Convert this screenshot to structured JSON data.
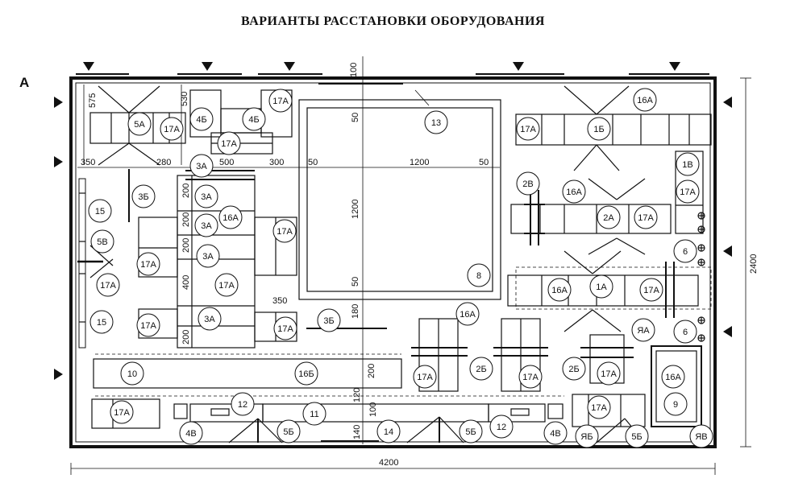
{
  "title": "ВАРИАНТЫ РАССТАНОВКИ ОБОРУДОВАНИЯ",
  "plan_letter": "А",
  "dimensions": {
    "top_100": "100",
    "left_575": "575",
    "left_530": "530",
    "row_350": "350",
    "row_280": "280",
    "row_3A": "3А",
    "row_500": "500",
    "row_300": "300",
    "row_50a": "50",
    "row_1200": "1200",
    "row_50b": "50",
    "v_50_top": "50",
    "v_1200": "1200",
    "v_50_bottom": "50",
    "v_180": "180",
    "col_200_1": "200",
    "col_200_2": "200",
    "col_200_3": "200",
    "col_400": "400",
    "col_200_4": "200",
    "mid_350": "350",
    "v_200": "200",
    "v_120": "120",
    "v_100": "100",
    "v_140": "140",
    "total_width": "4200",
    "total_height": "2400"
  },
  "labels": {
    "c5A": "5А",
    "c17A_1": "17А",
    "c4B_1": "4Б",
    "c4B_2": "4Б",
    "c17A_2": "17А",
    "c17A_3": "17А",
    "c13": "13",
    "c16A_1": "16А",
    "c17A_4": "17А",
    "c1B": "1Б",
    "c1V": "1В",
    "c17A_5": "17А",
    "c2V": "2В",
    "c16A_2": "16А",
    "c2A": "2А",
    "c17A_6": "17А",
    "c3A_1": "3А",
    "c3B_1": "3Б",
    "c3A_2": "3А",
    "c3A_3": "3А",
    "c16A_3": "16А",
    "c3A_4": "3А",
    "c15_1": "15",
    "c5V": "5В",
    "c17A_7": "17А",
    "c17A_8": "17А",
    "c17A_9": "17А",
    "c17A_10": "17А",
    "c15_2": "15",
    "c3A_5": "3А",
    "c17A_11": "17А",
    "c17A_12": "17А",
    "c3B_2": "3Б",
    "c8": "8",
    "c6_1": "6",
    "c16A_4": "16А",
    "c1A": "1А",
    "c17A_13": "17А",
    "c6_2": "6",
    "cYaA": "ЯА",
    "c16A_5": "16А",
    "c10": "10",
    "c16B": "16Б",
    "c17A_14": "17А",
    "c2B_1": "2Б",
    "c17A_15": "17А",
    "c2B_2": "2Б",
    "c17A_16": "17А",
    "c16A_6": "16А",
    "c9": "9",
    "c12_1": "12",
    "c17A_17": "17А",
    "c11": "11",
    "c4V_1": "4В",
    "c5B_1": "5Б",
    "c14": "14",
    "c5B_2": "5Б",
    "c12_2": "12",
    "c4V_2": "4В",
    "c17A_18": "17А",
    "cYaB": "ЯБ",
    "c5B_3": "5Б",
    "cYaV": "ЯВ"
  }
}
